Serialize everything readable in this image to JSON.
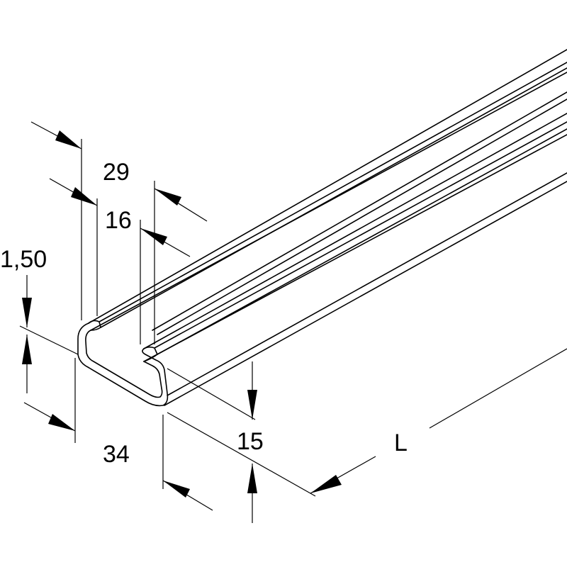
{
  "dimensions": {
    "width_top": "29",
    "slot": "16",
    "thickness": "1,50",
    "width_bottom": "34",
    "height": "15",
    "length": "L"
  },
  "colors": {
    "stroke": "#000000",
    "background": "#ffffff"
  }
}
